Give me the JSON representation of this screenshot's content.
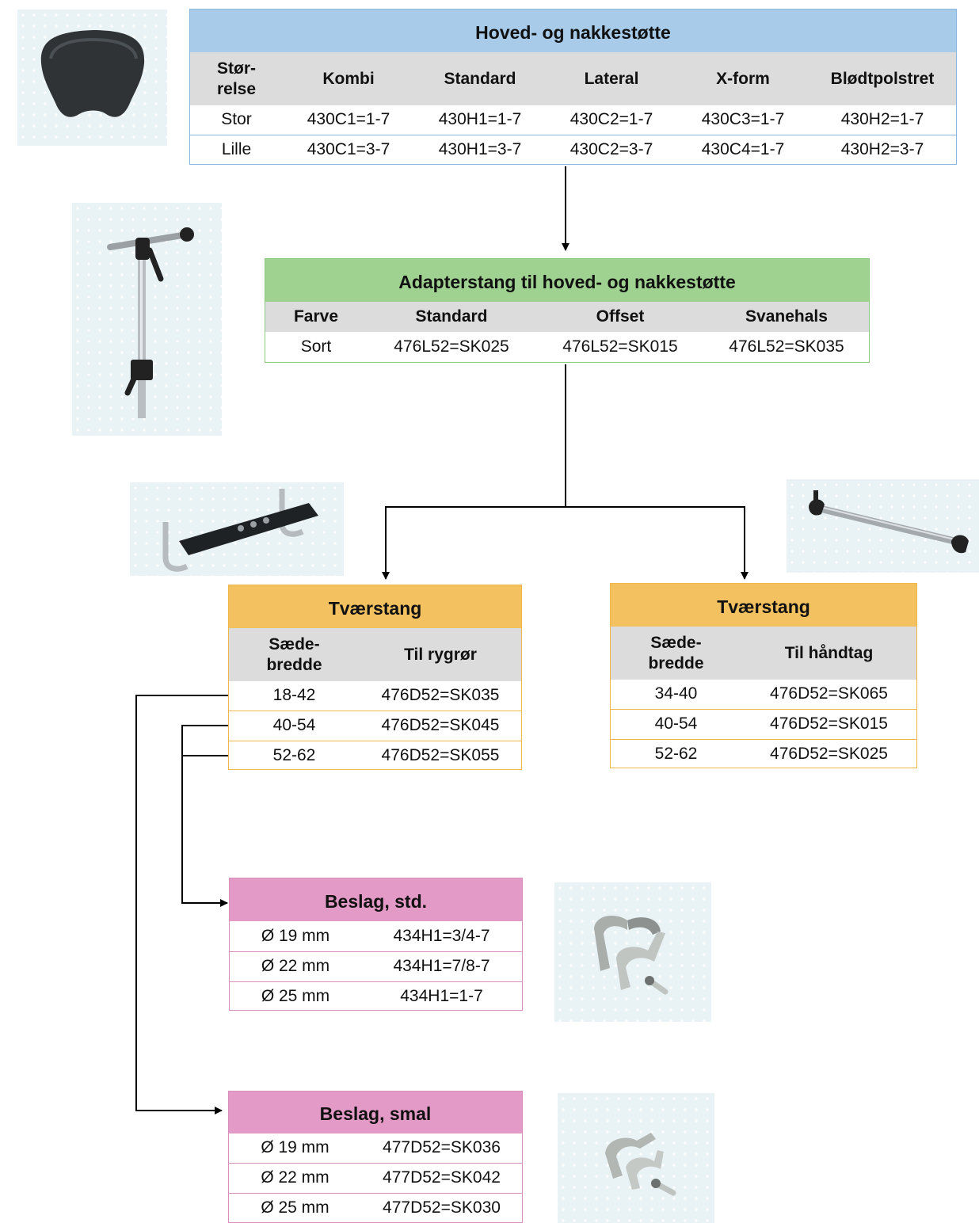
{
  "colors": {
    "head_title_bg": "#a7cbe9",
    "head_border": "#8ab6de",
    "adapter_title_bg": "#9fd190",
    "adapter_border": "#8cc87d",
    "cross_title_bg": "#f3c15f",
    "cross_border": "#f0b64a",
    "bracket_title_bg": "#e39ac6",
    "bracket_border": "#d98fbd",
    "header_row_bg": "#dcdcdc"
  },
  "headrest": {
    "title": "Hoved- og nakkestøtte",
    "columns": [
      "Stør-\nrelse",
      "Kombi",
      "Standard",
      "Lateral",
      "X-form",
      "Blødtpolstret"
    ],
    "rows": [
      [
        "Stor",
        "430C1=1-7",
        "430H1=1-7",
        "430C2=1-7",
        "430C3=1-7",
        "430H2=1-7"
      ],
      [
        "Lille",
        "430C1=3-7",
        "430H1=3-7",
        "430C2=3-7",
        "430C4=1-7",
        "430H2=3-7"
      ]
    ]
  },
  "adapter": {
    "title": "Adapterstang til hoved- og nakkestøtte",
    "columns": [
      "Farve",
      "Standard",
      "Offset",
      "Svanehals"
    ],
    "rows": [
      [
        "Sort",
        "476L52=SK025",
        "476L52=SK015",
        "476L52=SK035"
      ]
    ]
  },
  "crossbar_back": {
    "title": "Tværstang",
    "columns": [
      "Sæde-\nbredde",
      "Til rygrør"
    ],
    "rows": [
      [
        "18-42",
        "476D52=SK035"
      ],
      [
        "40-54",
        "476D52=SK045"
      ],
      [
        "52-62",
        "476D52=SK055"
      ]
    ]
  },
  "crossbar_handle": {
    "title": "Tværstang",
    "columns": [
      "Sæde-\nbredde",
      "Til håndtag"
    ],
    "rows": [
      [
        "34-40",
        "476D52=SK065"
      ],
      [
        "40-54",
        "476D52=SK015"
      ],
      [
        "52-62",
        "476D52=SK025"
      ]
    ]
  },
  "bracket_std": {
    "title": "Beslag, std.",
    "rows": [
      [
        "Ø 19 mm",
        "434H1=3/4-7"
      ],
      [
        "Ø 22 mm",
        "434H1=7/8-7"
      ],
      [
        "Ø 25 mm",
        "434H1=1-7"
      ]
    ]
  },
  "bracket_narrow": {
    "title": "Beslag, smal",
    "rows": [
      [
        "Ø 19 mm",
        "477D52=SK036"
      ],
      [
        "Ø 22 mm",
        "477D52=SK042"
      ],
      [
        "Ø 25 mm",
        "477D52=SK030"
      ]
    ]
  },
  "images": [
    "headrest-photo",
    "adapter-rod-photo",
    "crossbar-back-photo",
    "crossbar-handle-photo",
    "bracket-std-photo",
    "bracket-narrow-photo"
  ]
}
